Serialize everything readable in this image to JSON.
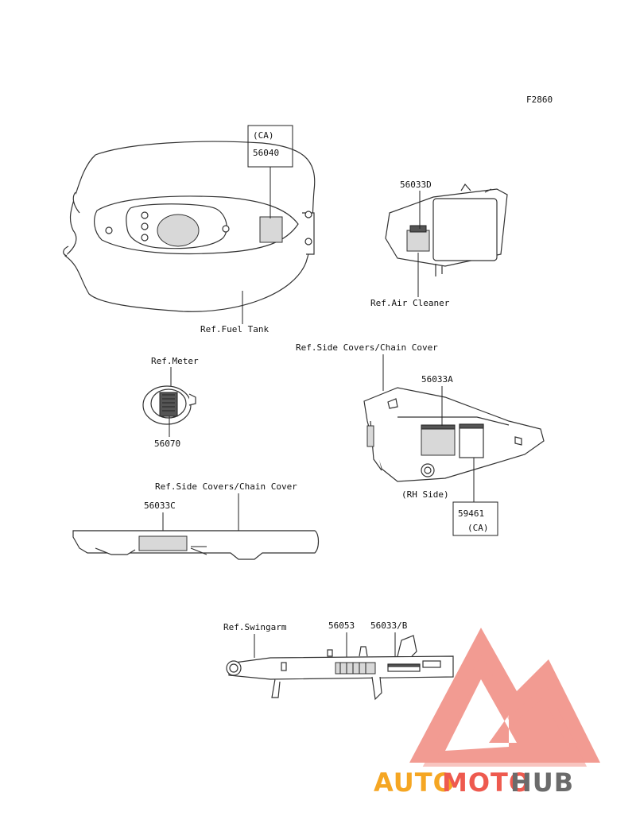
{
  "figure_code": "F2860",
  "labels": {
    "ca_top": "(CA)",
    "p56040": "56040",
    "ref_fuel_tank": "Ref.Fuel Tank",
    "p56033d": "56033D",
    "ref_air_cleaner": "Ref.Air Cleaner",
    "ref_meter": "Ref.Meter",
    "p56070": "56070",
    "ref_side_covers_1": "Ref.Side Covers/Chain Cover",
    "p56033a": "56033A",
    "rh_side": "(RH Side)",
    "p59461": "59461",
    "ca_bottom": "(CA)",
    "ref_side_covers_2": "Ref.Side Covers/Chain Cover",
    "p56033c": "56033C",
    "ref_swingarm": "Ref.Swingarm",
    "p56053": "56053",
    "p56033b": "56033/B"
  },
  "watermark": {
    "part1": "AUTO",
    "part2": "MOTO",
    "part3": "HUB",
    "colors": {
      "orange": "#f5a623",
      "red": "#ee5a4f",
      "gray": "#6b6b6b",
      "triangle": "#f08a80"
    }
  }
}
